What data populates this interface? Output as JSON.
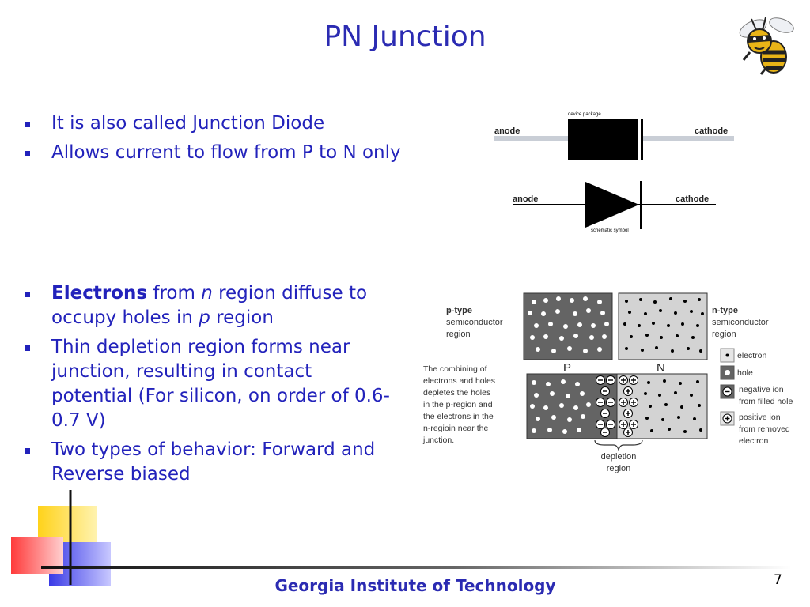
{
  "slide": {
    "title": "PN Junction",
    "page_number": "7",
    "footer": "Georgia Institute of Technology"
  },
  "bullets_top": [
    {
      "text": "It is also called Junction Diode"
    },
    {
      "text": "Allows current to flow from P to N only"
    }
  ],
  "bullets_bottom": [
    {
      "parts": [
        {
          "text": "Electrons",
          "style": "bold"
        },
        {
          "text": " from "
        },
        {
          "text": "n",
          "style": "italic"
        },
        {
          "text": " region diffuse to occupy holes in "
        },
        {
          "text": "p",
          "style": "italic"
        },
        {
          "text": " region"
        }
      ]
    },
    {
      "text": "Thin depletion region forms near junction, resulting in contact potential (For silicon, on order of 0.6-0.7 V)"
    },
    {
      "text": "Two types of behavior: Forward and Reverse biased"
    }
  ],
  "diode_figure": {
    "package_label": "device package",
    "anode_label": "anode",
    "cathode_label": "cathode",
    "symbol_label": "schematic symbol"
  },
  "junction_figure": {
    "p_type_title": "p-type",
    "p_type_sub": [
      "semiconductor",
      "region"
    ],
    "n_type_title": "n-type",
    "n_type_sub": [
      "semiconductor",
      "region"
    ],
    "p_label": "P",
    "n_label": "N",
    "combining_note": [
      "The combining of",
      "electrons and  holes",
      "depletes the holes",
      "in the p-region and",
      "the electrons in the",
      "n-regioin near the",
      "junction."
    ],
    "depletion_label": [
      "depletion",
      "region"
    ],
    "legend": [
      {
        "symbol": "electron",
        "lines": [
          "electron"
        ]
      },
      {
        "symbol": "hole",
        "lines": [
          "hole"
        ]
      },
      {
        "symbol": "negative-ion",
        "lines": [
          "negative ion",
          "from filled hole"
        ]
      },
      {
        "symbol": "positive-ion",
        "lines": [
          "positive ion",
          "from removed",
          "electron"
        ]
      }
    ]
  }
}
